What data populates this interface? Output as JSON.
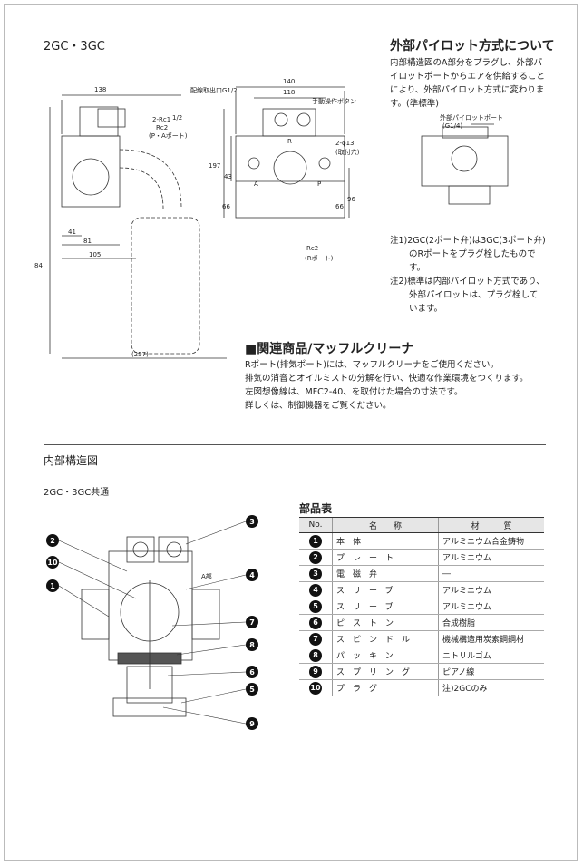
{
  "header": {
    "model": "2GC・3GC"
  },
  "external_pilot": {
    "title": "外部パイロット方式について",
    "body": "内部構造図のA部分をプラグし、外部パイロットポートからエアを供給することにより、外部パイロット方式に変わります。(準標準)",
    "diagram_label_1": "外部パイロットポート",
    "diagram_label_2": "(G1/4)"
  },
  "drawing": {
    "dim_138": "138",
    "dim_140": "140",
    "dim_118": "118",
    "dim_197": "197",
    "dim_43": "43",
    "dim_66a": "66",
    "dim_66b": "66",
    "dim_96": "96",
    "dim_41": "41",
    "dim_81": "81",
    "dim_105": "105",
    "dim_84": "84",
    "dim_257": "(257)",
    "label_rc1": "2-Rc1",
    "label_rc1_frac": "1/2",
    "label_rc2": "Rc2",
    "label_pa": "(P・Aポート)",
    "label_wiring": "配線取出口G1/2",
    "label_manual": "手動操作ボタン",
    "label_hole": "2-φ13",
    "label_hole2": "(取付穴)",
    "label_a": "A",
    "label_p": "P",
    "label_r": "R",
    "label_rc2r": "Rc2",
    "label_rport": "(Rポート)"
  },
  "notes": [
    "注1)2GC(2ポート弁)は3GC(3ポート弁)のRポートをプラグ栓したものです。",
    "注2)標準は内部パイロット方式であり、外部パイロットは、プラグ栓しています。"
  ],
  "related": {
    "title": "■関連商品/マッフルクリーナ",
    "lines": [
      "Rポート(排気ポート)には、マッフルクリーナをご使用ください。",
      "排気の消音とオイルミストの分解を行い、快適な作業環境をつくります。",
      "左図想像線は、MFC2-40、を取付けた場合の寸法です。",
      "詳しくは、制御機器をご覧ください。"
    ]
  },
  "structure": {
    "title": "内部構造図",
    "subtitle": "2GC・3GC共通",
    "label_a": "A部",
    "callouts": [
      "❶",
      "❷",
      "❸",
      "❹",
      "❺",
      "❻",
      "❼",
      "❽",
      "❾",
      "❿"
    ]
  },
  "parts": {
    "title": "部品表",
    "headers": [
      "No.",
      "名　　称",
      "材　　　質"
    ],
    "rows": [
      {
        "no": "1",
        "name": "本体",
        "material": "アルミニウム合金鋳物"
      },
      {
        "no": "2",
        "name": "プレート",
        "material": "アルミニウム"
      },
      {
        "no": "3",
        "name": "電磁弁",
        "material": "―"
      },
      {
        "no": "4",
        "name": "スリーブ",
        "material": "アルミニウム"
      },
      {
        "no": "5",
        "name": "スリーブ",
        "material": "アルミニウム"
      },
      {
        "no": "6",
        "name": "ピストン",
        "material": "合成樹脂"
      },
      {
        "no": "7",
        "name": "スピンドル",
        "material": "機械構造用炭素鋼鋼材"
      },
      {
        "no": "8",
        "name": "パッキン",
        "material": "ニトリルゴム"
      },
      {
        "no": "9",
        "name": "スプリング",
        "material": "ピアノ線"
      },
      {
        "no": "10",
        "name": "プラグ",
        "material": "注)2GCのみ"
      }
    ]
  }
}
